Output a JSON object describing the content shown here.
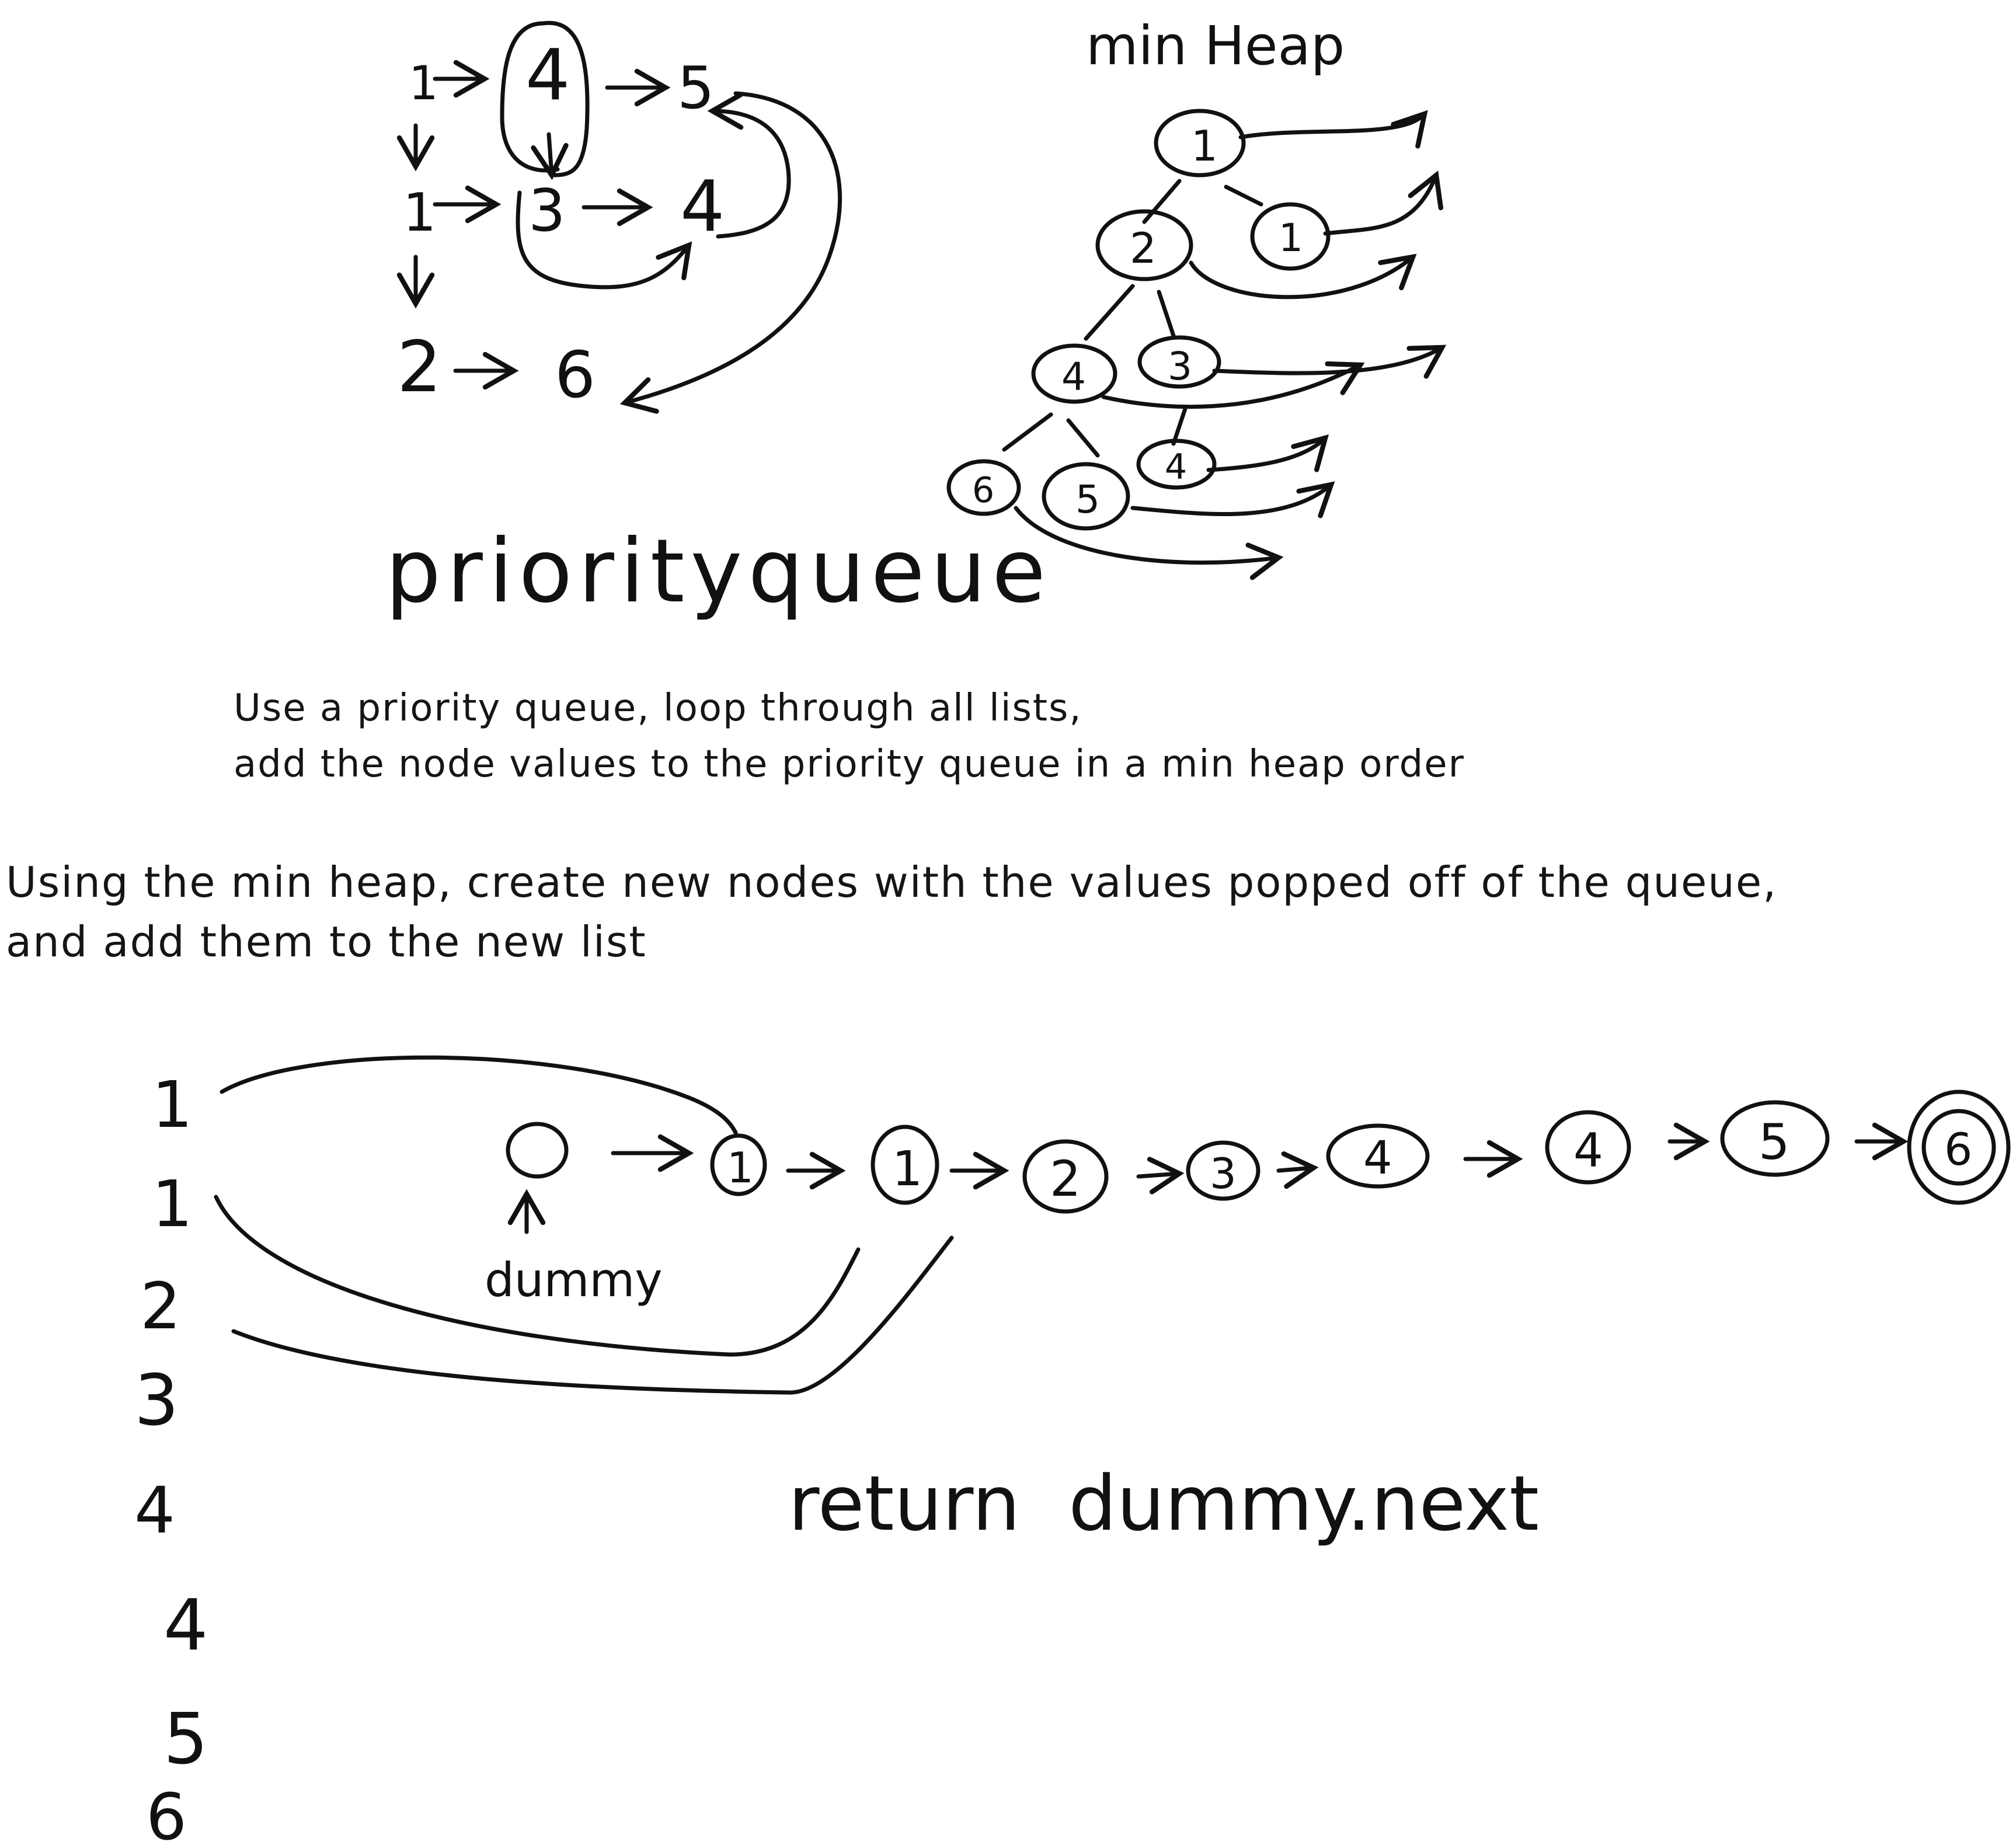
{
  "top_left_lists": {
    "rows": [
      [
        "1",
        "4",
        "5"
      ],
      [
        "1",
        "3",
        "4"
      ],
      [
        "2",
        "6"
      ]
    ]
  },
  "min_heap": {
    "label": "min Heap",
    "nodes": [
      "1",
      "1",
      "2",
      "3",
      "4",
      "4",
      "5",
      "6"
    ]
  },
  "labels": {
    "priority_queue": "priorityqueue",
    "dummy": "dummy",
    "return": "return  dummy.next"
  },
  "notes": {
    "note1_line1": "Use a priority queue, loop through all lists,",
    "note1_line2": "add the node values to the priority queue in a min heap order",
    "note2_line1": "Using the min heap, create new nodes with the values popped off of the queue,",
    "note2_line2": "and add them to the new list"
  },
  "sorted_column": [
    "1",
    "1",
    "2",
    "3",
    "4",
    "4",
    "5",
    "6"
  ],
  "merged_list": {
    "dummy_value": "",
    "nodes": [
      "1",
      "1",
      "2",
      "3",
      "4",
      "4",
      "5",
      "6"
    ]
  }
}
